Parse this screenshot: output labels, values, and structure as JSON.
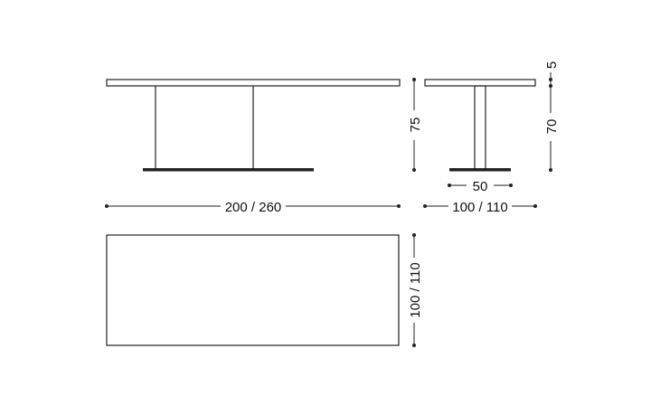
{
  "dimensions": {
    "front_height": "75",
    "front_length": "200 / 260",
    "side_base_width": "50",
    "side_depth": "100 / 110",
    "top_thickness": "5",
    "leg_height": "70",
    "plan_depth": "100 / 110"
  },
  "colors": {
    "line": "#222222",
    "background": "#ffffff"
  }
}
